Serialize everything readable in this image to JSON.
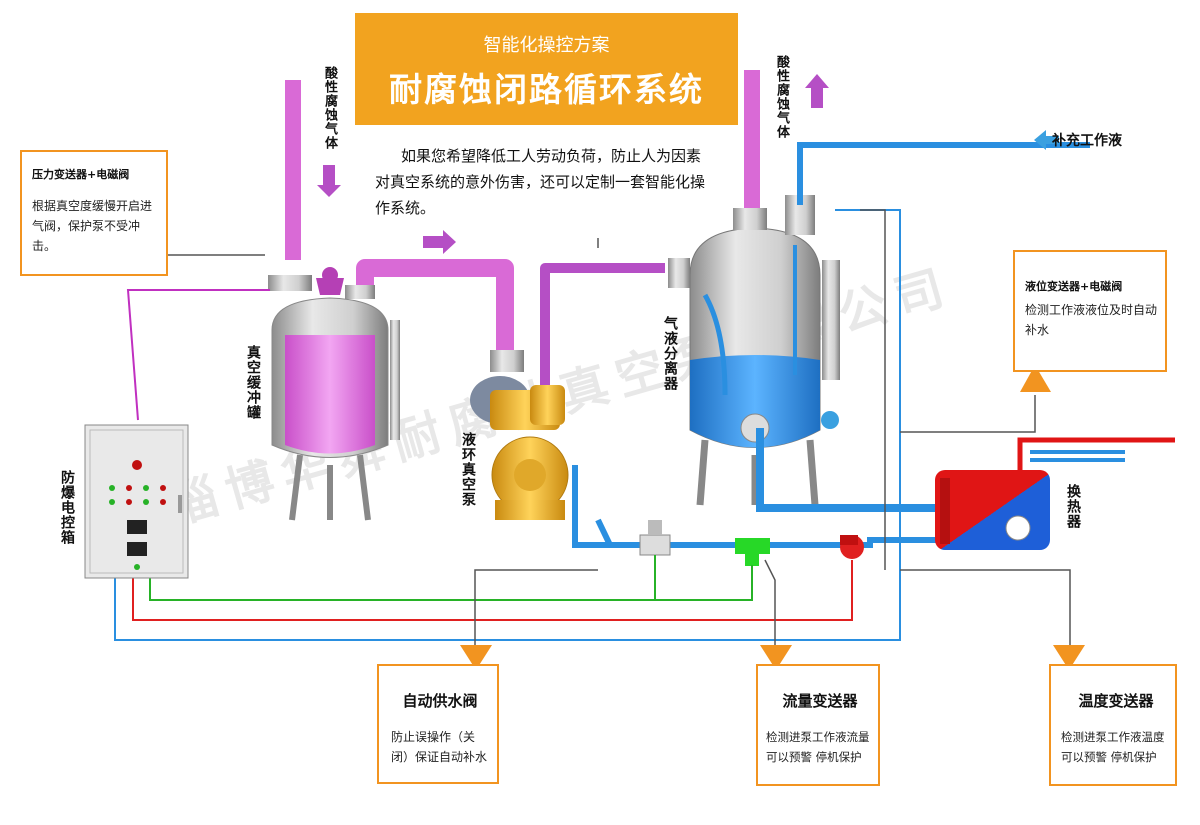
{
  "header": {
    "subtitle": "智能化操控方案",
    "title": "耐腐蚀闭路循环系统"
  },
  "intro": "如果您希望降低工人劳动负荷，防止人为因素对真空系统的意外伤害，还可以定制一套智能化操作系统。",
  "labels": {
    "acid_gas_left": "酸性腐蚀气体",
    "acid_gas_right": "酸性腐蚀气体",
    "supply_liquid": "补充工作液",
    "buffer_tank": "真空缓冲罐",
    "pump": "液环真空泵",
    "separator": "气液分离器",
    "heat_exchanger": "换热器",
    "control_box": "防爆电控箱"
  },
  "boxes": {
    "pressure": {
      "title": "压力变送器+电磁阀",
      "desc": "根据真空度缓慢开启进气阀，保护泵不受冲击。"
    },
    "level": {
      "title": "液位变送器+电磁阀",
      "desc": "检测工作液液位及时自动补水"
    },
    "valve": {
      "title": "自动供水阀",
      "desc": "防止误操作（关闭）保证自动补水"
    },
    "flow": {
      "title": "流量变送器",
      "desc": "检测进泵工作液流量可以预警 停机保护"
    },
    "temp": {
      "title": "温度变送器",
      "desc": "检测进泵工作液温度可以预警 停机保护"
    }
  },
  "watermark": "淄博华舜耐腐蚀真空泵有限公司",
  "colors": {
    "accent": "#f2a31f",
    "gas_pipe": "#d96ad6",
    "water_pipe": "#2a8fe0",
    "signal_green": "#27b227",
    "signal_red": "#e02020"
  }
}
